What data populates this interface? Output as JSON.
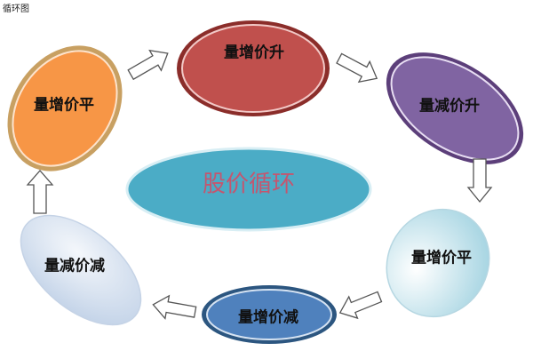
{
  "title": "循环图",
  "center": {
    "label": "股价循环",
    "color": "#c4566f"
  },
  "stages": [
    {
      "label": "量增价升",
      "fill": "#c0504d",
      "border": "#8b2d2a"
    },
    {
      "label": "量减价升",
      "fill": "#8064a2",
      "border": "#5c3f7a"
    },
    {
      "label": "量增价平",
      "fill": "#cfe8ef",
      "border": "#b6d7e2"
    },
    {
      "label": "量增价减",
      "fill": "#4f81bd",
      "border": "#2c5680"
    },
    {
      "label": "量减价减",
      "fill": "#dce6f2",
      "border": "#c5d3e6"
    },
    {
      "label": "量增价平",
      "fill": "#f79646",
      "border": "#c8a062"
    }
  ]
}
